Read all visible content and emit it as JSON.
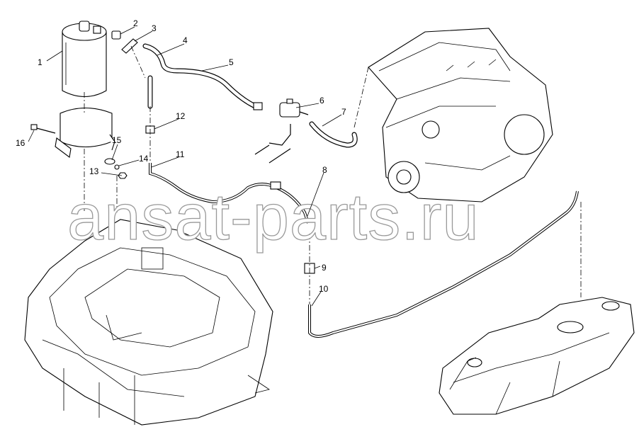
{
  "watermark": "ansat-parts.ru",
  "callouts": {
    "c1": "1",
    "c2": "2",
    "c3": "3",
    "c4": "4",
    "c5": "5",
    "c6": "6",
    "c7": "7",
    "c8": "8",
    "c9": "9",
    "c10": "10",
    "c11": "11",
    "c12": "12",
    "c13": "13",
    "c14": "14",
    "c15": "15",
    "c16": "16"
  }
}
